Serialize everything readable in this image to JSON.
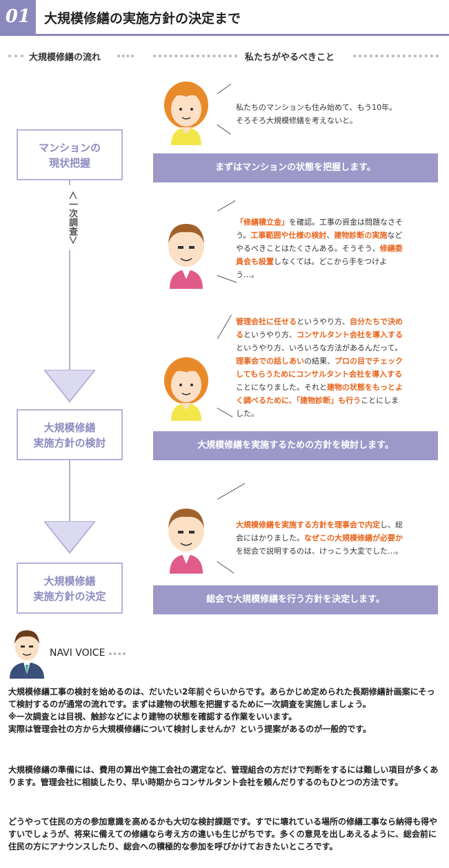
{
  "header": {
    "number": "01",
    "title": "大規模修繕の実施方針の決定まで"
  },
  "columns": {
    "left": "大規模修繕の流れ",
    "right": "私たちがやるべきこと"
  },
  "flow": {
    "step1": [
      "マンションの",
      "現状把握"
    ],
    "survey": "＜一次調査＞",
    "step2": [
      "大規模修繕",
      "実施方針の検討"
    ],
    "step3": [
      "大規模修繕",
      "実施方針の決定"
    ]
  },
  "dialog": {
    "d1": [
      "私たちのマンションも住み始めて、もう10年。",
      "そろそろ大規模修繕を考えないと。"
    ],
    "bar1": "まずはマンションの状態を把握します。",
    "d2": [
      [
        {
          "t": "「修繕積立金」",
          "h": true
        },
        {
          "t": "を確認。工事の資金は問題なさそ",
          "h": false
        }
      ],
      [
        {
          "t": "う。",
          "h": false
        },
        {
          "t": "工事範囲や仕様の検討",
          "h": true
        },
        {
          "t": "、",
          "h": false
        },
        {
          "t": "建物診断の実施",
          "h": true
        },
        {
          "t": "など",
          "h": false
        }
      ],
      [
        {
          "t": "やるべきことはたくさんある。そうそう、",
          "h": false
        },
        {
          "t": "修繕委",
          "h": true
        }
      ],
      [
        {
          "t": "員会も設置",
          "h": true
        },
        {
          "t": "しなくては。どこから手をつけよ",
          "h": false
        }
      ],
      [
        {
          "t": "う…。",
          "h": false
        }
      ]
    ],
    "d3": [
      [
        {
          "t": "管理会社に任せる",
          "h": true
        },
        {
          "t": "というやり方、",
          "h": false
        },
        {
          "t": "自分たちで決め",
          "h": true
        }
      ],
      [
        {
          "t": "る",
          "h": true
        },
        {
          "t": "というやり方、",
          "h": false
        },
        {
          "t": "コンサルタント会社を導入する",
          "h": true
        }
      ],
      [
        {
          "t": "というやり方、いろいろな方法があるんだって。",
          "h": false
        }
      ],
      [
        {
          "t": "理事会での話しあい",
          "h": true
        },
        {
          "t": "の結果、",
          "h": false
        },
        {
          "t": "プロの目でチェック",
          "h": true
        }
      ],
      [
        {
          "t": "してもらうためにコンサルタント会社を導入する",
          "h": true
        }
      ],
      [
        {
          "t": "ことになりました。それと",
          "h": false
        },
        {
          "t": "建物の状態をもっとよ",
          "h": true
        }
      ],
      [
        {
          "t": "く調べるために、「建物診断」も行う",
          "h": true
        },
        {
          "t": "ことにしま",
          "h": false
        }
      ],
      [
        {
          "t": "した。",
          "h": false
        }
      ]
    ],
    "bar2": "大規模修繕を実施するための方針を検討します。",
    "d4": [
      [
        {
          "t": "大規模修繕を実施する方針を理事会で内定",
          "h": true
        },
        {
          "t": "し、総",
          "h": false
        }
      ],
      [
        {
          "t": "会にはかりました。",
          "h": false
        },
        {
          "t": "なぜこの大規模修繕が必要か",
          "h": true
        }
      ],
      [
        {
          "t": "を総会で説明するのは、けっこう大変でした…。",
          "h": false
        }
      ]
    ],
    "bar3": "総会で大規模修繕を行う方針を決定します。"
  },
  "navi": {
    "title": "NAVI VOICE",
    "p1": "大規模修繕工事の検討を始めるのは、だいたい2年前ぐらいからです。あらかじめ定められた長期修繕計画案にそって検討するのが通常の流れです。まずは建物の状態を把握するために一次調査を実施しましょう。",
    "p1b": "※一次調査とは目視、触診などにより建物の状態を確認する作業をいいます。",
    "p1c": "実際は管理会社の方から大規模修繕について検討しませんか？という提案があるのが一般的です。",
    "p2": "大規模修繕の準備には、費用の算出や施工会社の選定など、管理組合の方だけで判断をするには難しい項目が多くあります。管理会社に相談したり、早い時期からコンサルタント会社を頼んだりするのもひとつの方法です。",
    "p3": "どうやって住民の方の参加意識を高めるかも大切な検討課題です。すでに壊れている場所の修繕工事なら納得も得やすいでしょうが、将来に備えての修繕なら考え方の違いも生じがちです。多くの意見を出しあえるように、総会前に住民の方にアナウンスしたり、総会への積極的な参加を呼びかけておきたいところです。"
  },
  "colors": {
    "accent": "#8b88bd",
    "bar": "#9c98c8",
    "highlight": "#e8641c",
    "arrow": "#d9d7ef"
  }
}
